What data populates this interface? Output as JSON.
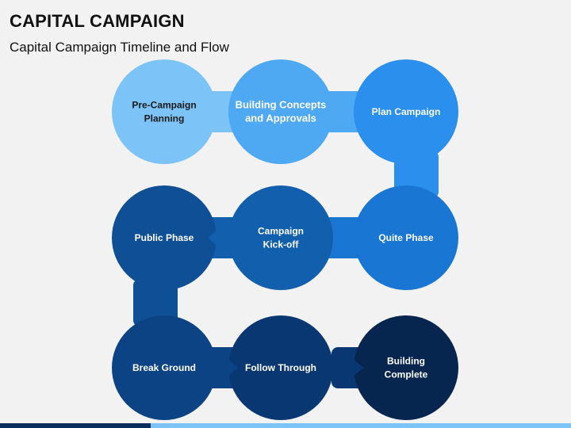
{
  "header": {
    "title": "CAPITAL CAMPAIGN",
    "subtitle": "Capital Campaign Timeline and Flow"
  },
  "diagram": {
    "steps": [
      {
        "label": [
          "Pre-Campaign",
          "Planning"
        ],
        "fill": "#7cc3f7",
        "text_color": "#1a1a1a"
      },
      {
        "label": [
          "Building Concepts",
          "and Approvals"
        ],
        "fill": "#4fa8f2",
        "text_color": "#ffffff"
      },
      {
        "label": [
          "Plan Campaign"
        ],
        "fill": "#2b8fee",
        "text_color": "#ffffff"
      },
      {
        "label": [
          "Quite Phase"
        ],
        "fill": "#1976d2",
        "text_color": "#ffffff"
      },
      {
        "label": [
          "Campaign",
          "Kick-off"
        ],
        "fill": "#125fae",
        "text_color": "#ffffff"
      },
      {
        "label": [
          "Public Phase"
        ],
        "fill": "#0e4f96",
        "text_color": "#ffffff"
      },
      {
        "label": [
          "Break Ground"
        ],
        "fill": "#0b4385",
        "text_color": "#ffffff"
      },
      {
        "label": [
          "Follow Through"
        ],
        "fill": "#093772",
        "text_color": "#ffffff"
      },
      {
        "label": [
          "Building",
          "Complete"
        ],
        "fill": "#06254f",
        "text_color": "#ffffff"
      }
    ]
  },
  "footer": {
    "bar_colors": [
      "#0b2d5c",
      "#7cc3f7"
    ]
  }
}
